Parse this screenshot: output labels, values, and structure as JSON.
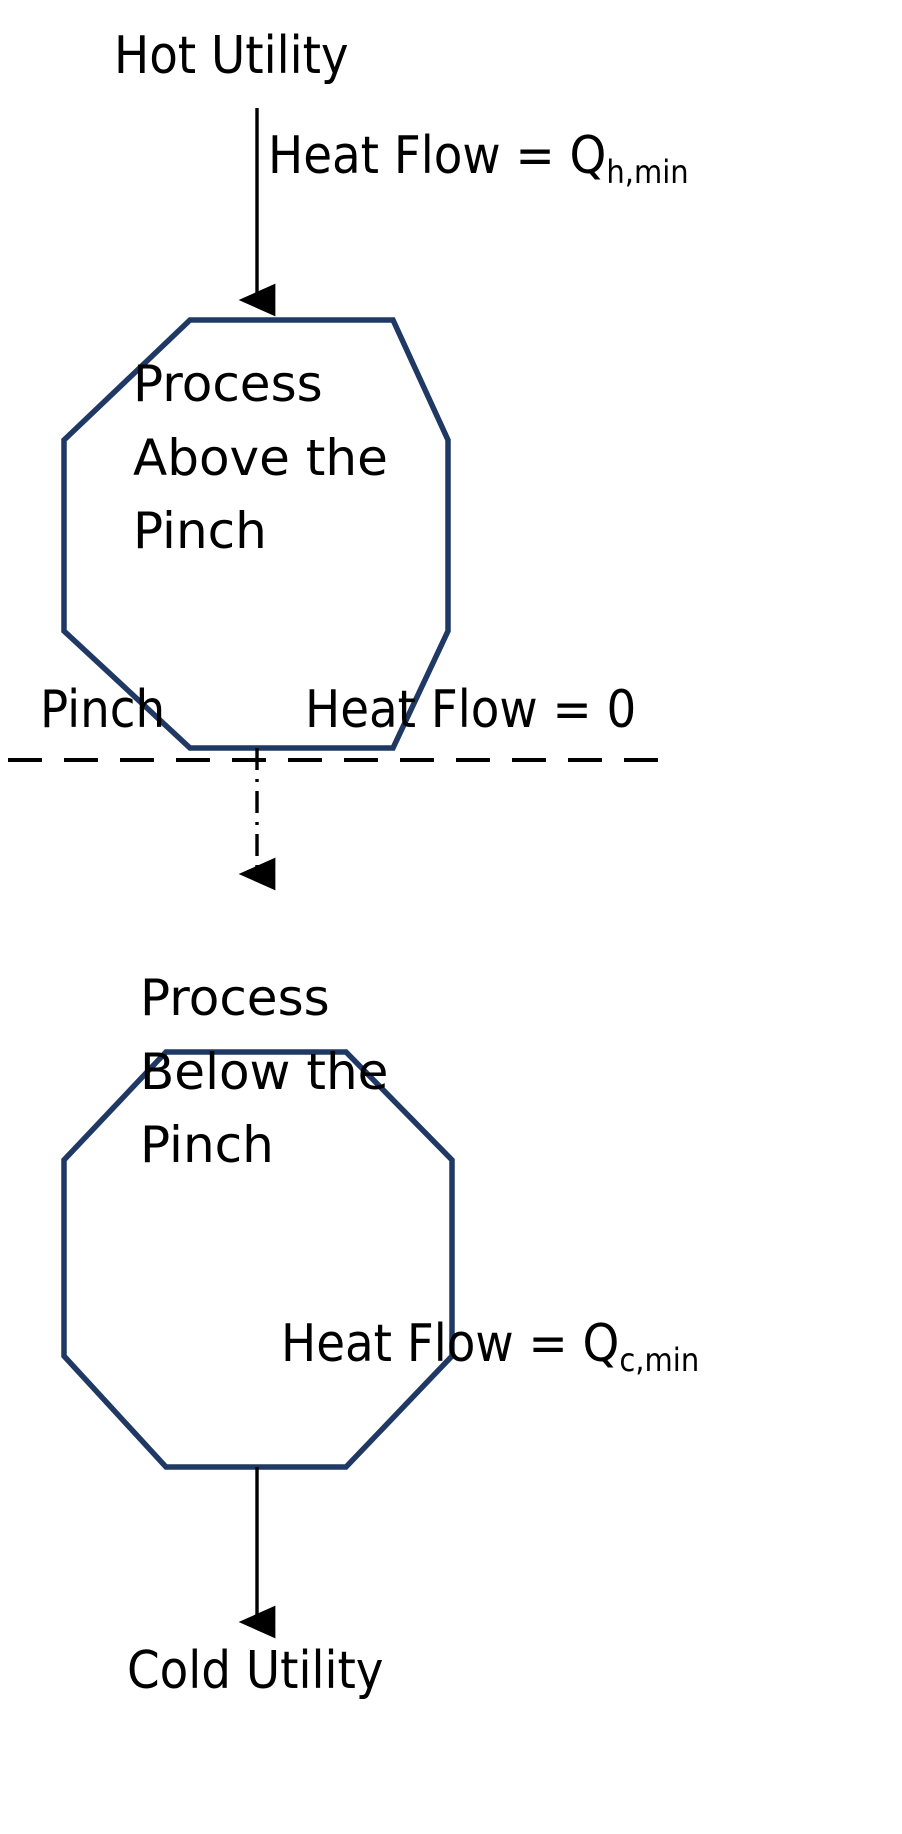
{
  "diagram": {
    "title": "Pinch Analysis Heat Flow Diagram",
    "background_color": "#ffffff",
    "shape_outline_color": "#1F3864",
    "text_color": "#000000",
    "arrow_color": "#000000"
  },
  "labels": {
    "hot_utility": "Hot Utility",
    "cold_utility": "Cold Utility",
    "pinch": "Pinch",
    "heat_flow_top_prefix": "Heat Flow = Q",
    "heat_flow_top_sub": "h,min",
    "heat_flow_middle": "Heat Flow = 0",
    "heat_flow_bottom_prefix": "Heat Flow = Q",
    "heat_flow_bottom_sub": "c,min"
  },
  "nodes": [
    {
      "id": "process-above-pinch",
      "shape": "octagon",
      "lines": [
        "Process",
        "Above the",
        "Pinch"
      ]
    },
    {
      "id": "process-below-pinch",
      "shape": "octagon",
      "lines": [
        "Process",
        "Below the",
        "Pinch"
      ]
    }
  ],
  "connectors": [
    {
      "id": "hot-utility-arrow",
      "style": "solid",
      "direction": "down",
      "label": "Heat Flow = Qh,min"
    },
    {
      "id": "pinch-cross-arrow",
      "style": "dash-dot",
      "direction": "down",
      "label": "Heat Flow = 0"
    },
    {
      "id": "cold-utility-arrow",
      "style": "solid",
      "direction": "down",
      "label": "Heat Flow = Qc,min"
    }
  ],
  "pinch_line": {
    "style": "dashed",
    "orientation": "horizontal",
    "label": "Pinch"
  }
}
